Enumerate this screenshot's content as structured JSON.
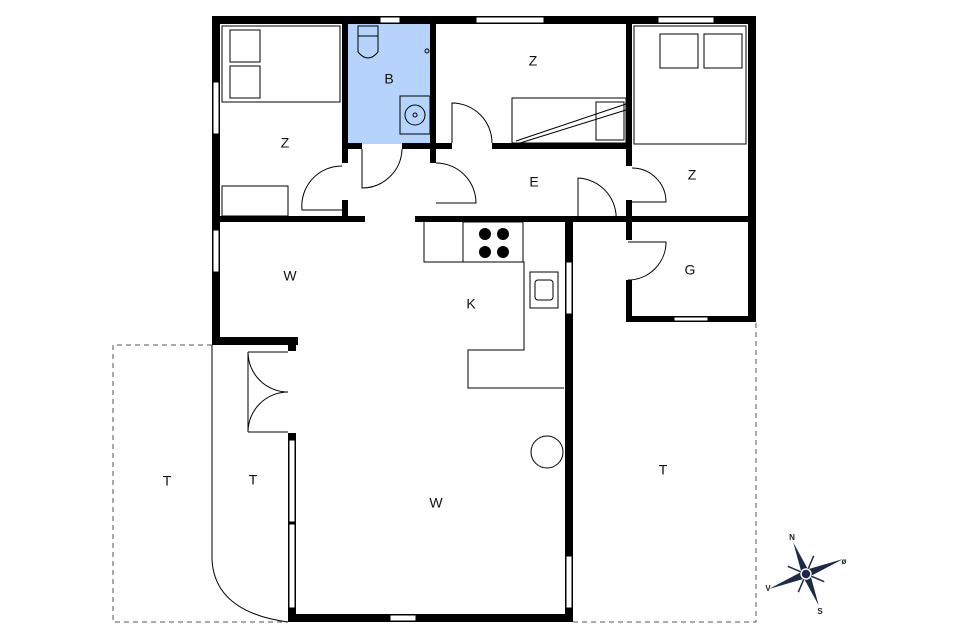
{
  "floorplan": {
    "bathroom_color": "#b5d3fb",
    "rooms": {
      "bedroom_nw": "Z",
      "bathroom": "B",
      "bedroom_n": "Z",
      "bedroom_ne": "Z",
      "hall": "E",
      "living_w": "W",
      "kitchen": "K",
      "utility": "G",
      "terrace_left": "T",
      "terrace_mid": "T",
      "living_main": "W",
      "terrace_right": "T"
    },
    "compass": {
      "north": "N",
      "east": "ø",
      "south": "S",
      "west": "V"
    }
  }
}
